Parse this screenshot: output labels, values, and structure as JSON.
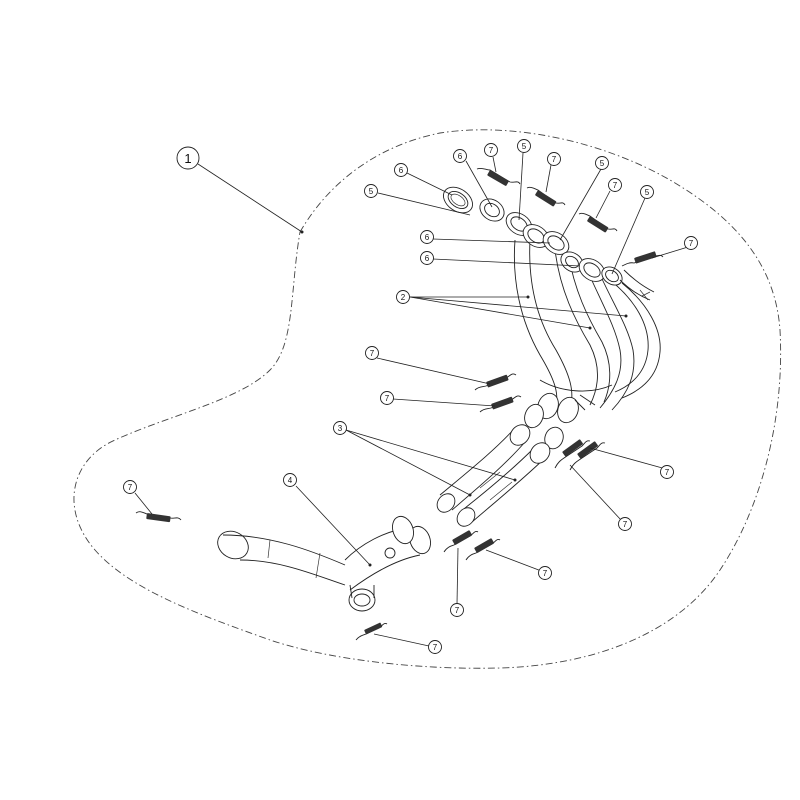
{
  "callouts": {
    "assembly": "1",
    "headers": "2",
    "mid_pipes": "3",
    "link_pipe": "4",
    "gasket_a": "5",
    "gasket_b": "6",
    "spring": "7"
  }
}
